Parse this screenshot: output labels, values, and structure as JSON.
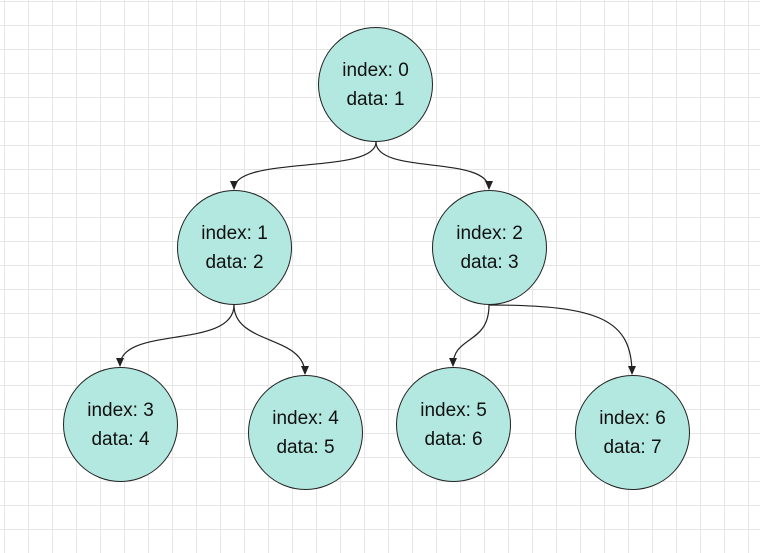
{
  "diagram": {
    "type": "binary-tree",
    "colors": {
      "node_fill": "#b2e8e0",
      "node_stroke": "#222222",
      "edge": "#222222",
      "grid": "#e6e6e6"
    },
    "nodes": [
      {
        "id": "n0",
        "index_text": "index: 0",
        "data_text": "data: 1"
      },
      {
        "id": "n1",
        "index_text": "index: 1",
        "data_text": "data: 2"
      },
      {
        "id": "n2",
        "index_text": "index: 2",
        "data_text": "data: 3"
      },
      {
        "id": "n3",
        "index_text": "index: 3",
        "data_text": "data: 4"
      },
      {
        "id": "n4",
        "index_text": "index: 4",
        "data_text": "data: 5"
      },
      {
        "id": "n5",
        "index_text": "index: 5",
        "data_text": "data: 6"
      },
      {
        "id": "n6",
        "index_text": "index: 6",
        "data_text": "data: 7"
      }
    ],
    "edges": [
      {
        "from": "n0",
        "to": "n1"
      },
      {
        "from": "n0",
        "to": "n2"
      },
      {
        "from": "n1",
        "to": "n3"
      },
      {
        "from": "n1",
        "to": "n4"
      },
      {
        "from": "n2",
        "to": "n5"
      },
      {
        "from": "n2",
        "to": "n6"
      }
    ]
  }
}
